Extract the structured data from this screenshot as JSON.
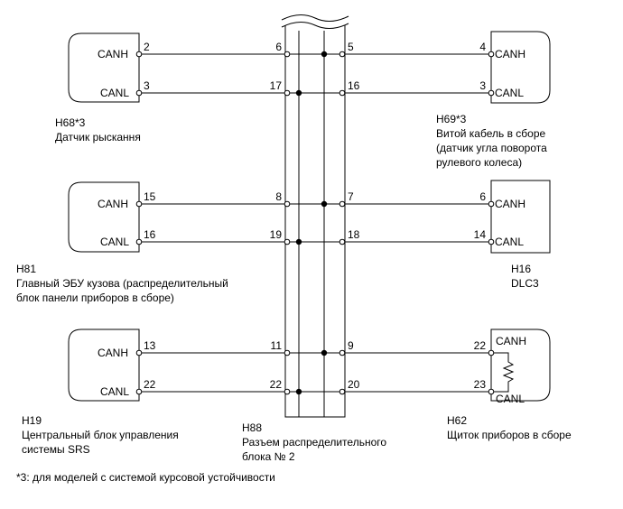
{
  "components": {
    "h68": {
      "code": "H68*3",
      "name": "Датчик рыскання",
      "canh": "CANH",
      "canl": "CANL",
      "pin_h": "2",
      "pin_l": "3"
    },
    "h81": {
      "code": "H81",
      "name_line1": "Главный ЭБУ кузова (распределительный",
      "name_line2": "блок панели приборов в сборе)",
      "canh": "CANH",
      "canl": "CANL",
      "pin_h": "15",
      "pin_l": "16"
    },
    "h19": {
      "code": "H19",
      "name_line1": "Центральный блок управления",
      "name_line2": "системы SRS",
      "canh": "CANH",
      "canl": "CANL",
      "pin_h": "13",
      "pin_l": "22"
    },
    "h69": {
      "code": "H69*3",
      "name_line1": "Витой кабель в сборе",
      "name_line2": "(датчик угла поворота",
      "name_line3": "рулевого колеса)",
      "canh": "CANH",
      "canl": "CANL",
      "pin_h": "4",
      "pin_l": "3"
    },
    "h16": {
      "code": "H16",
      "name": "DLC3",
      "canh": "CANH",
      "canl": "CANL",
      "pin_h": "6",
      "pin_l": "14"
    },
    "h62": {
      "code": "H62",
      "name": "Щиток приборов в сборе",
      "canh": "CANH",
      "canl": "CANL",
      "pin_h": "22",
      "pin_l": "23"
    },
    "h88": {
      "code": "H88",
      "name_line1": "Разъем распределительного",
      "name_line2": "блока № 2",
      "left_pins": [
        "6",
        "17",
        "8",
        "19",
        "11",
        "22"
      ],
      "right_pins": [
        "5",
        "16",
        "7",
        "18",
        "9",
        "20"
      ]
    }
  },
  "footnote": "*3: для моделей с системой курсовой устойчивости"
}
